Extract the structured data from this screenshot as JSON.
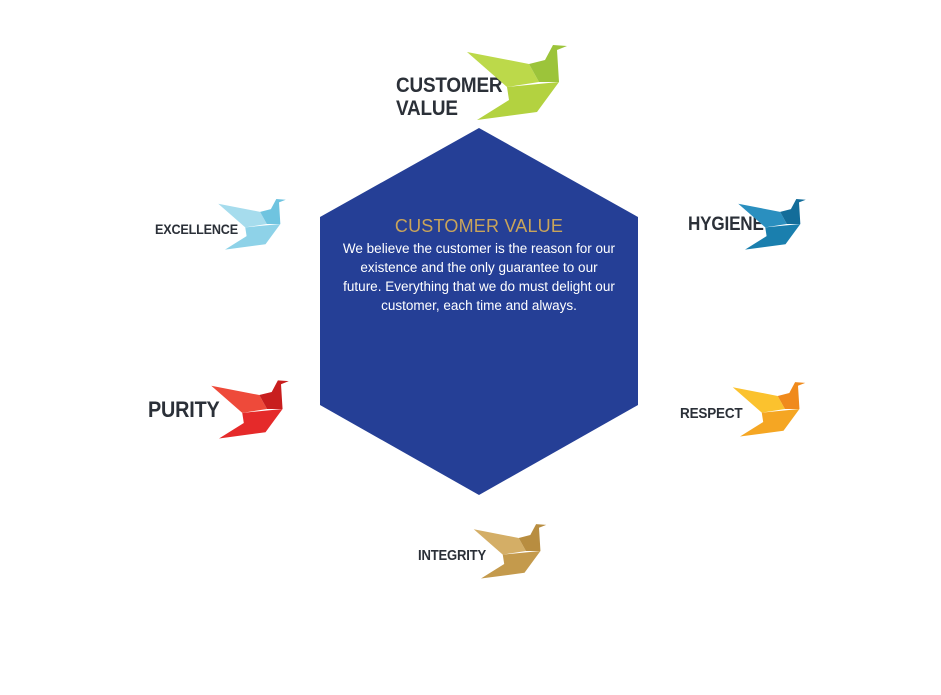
{
  "center": {
    "title": "CUSTOMER VALUE",
    "text": "We believe the customer is the reason for our existence and the only guarantee to our future. Everything that we do must delight our customer, each time and always.",
    "hex_color": "#253f96",
    "title_color": "#c9a45a"
  },
  "values": [
    {
      "label_line1": "CUSTOMER",
      "label_line2": "VALUE",
      "color": "#a8cc3a"
    },
    {
      "label": "EXCELLENCE",
      "color": "#7ecde6"
    },
    {
      "label": "HYGIENE",
      "color": "#1a7fae"
    },
    {
      "label": "PURITY",
      "color": "#e52a2a"
    },
    {
      "label": "RESPECT",
      "color": "#f5a623"
    },
    {
      "label": "INTEGRITY",
      "color": "#c49a4c"
    }
  ]
}
